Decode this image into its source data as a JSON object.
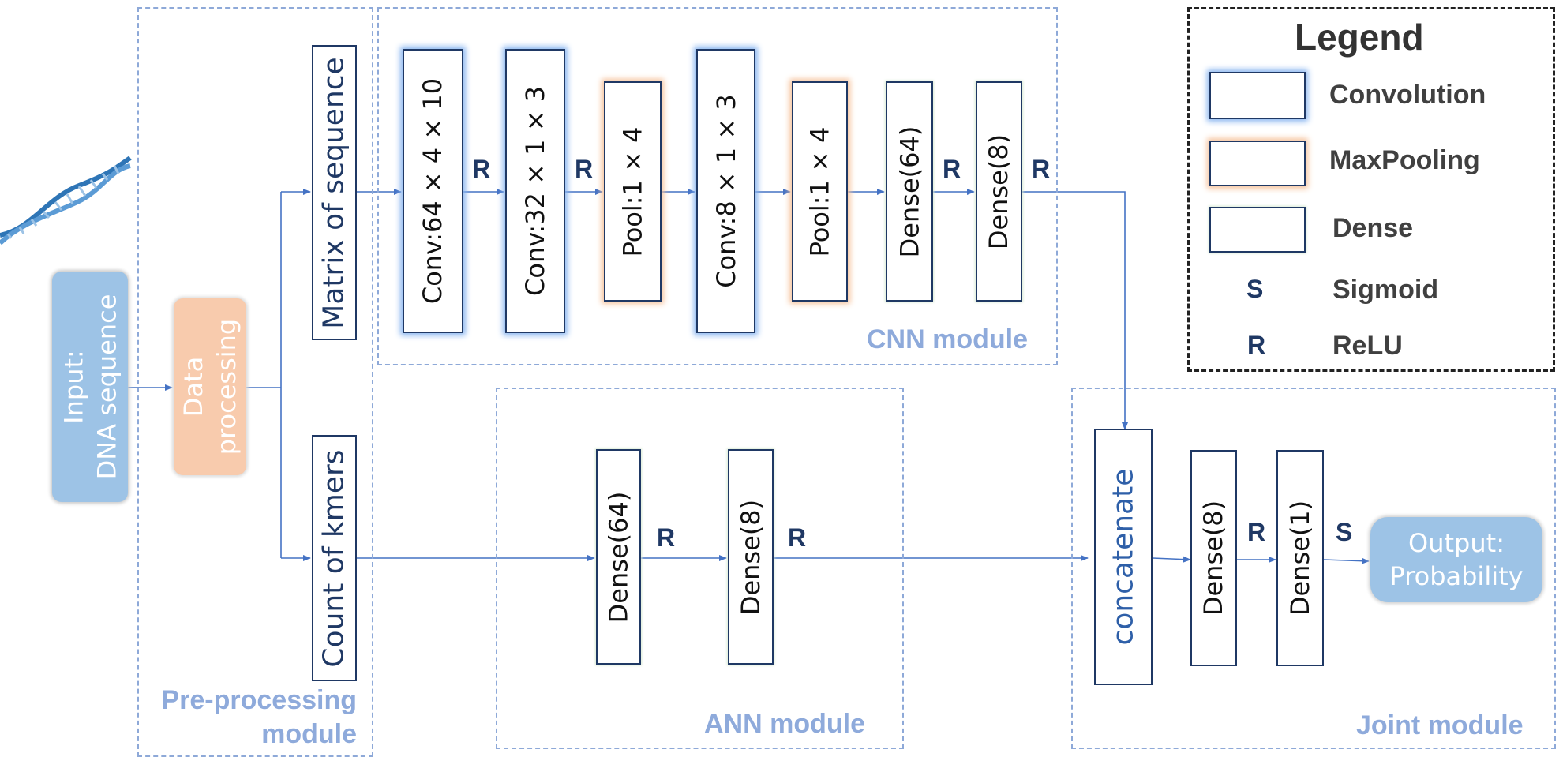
{
  "input": {
    "line1": "Input:",
    "line2": "DNA sequence"
  },
  "data_processing": {
    "line1": "Data",
    "line2": "processing"
  },
  "preprocess": {
    "matrix_label": "Matrix of sequence",
    "kmers_label": "Count of kmers",
    "module_line1": "Pre-processing",
    "module_line2": "module"
  },
  "cnn": {
    "layers": [
      "Conv:64 × 4 × 10",
      "Conv:32 × 1 × 3",
      "Pool:1 × 4",
      "Conv:8 × 1 × 3",
      "Pool:1 × 4",
      "Dense(64)",
      "Dense(8)"
    ],
    "module_label": "CNN module"
  },
  "ann": {
    "layers": [
      "Dense(64)",
      "Dense(8)"
    ],
    "module_label": "ANN module"
  },
  "joint": {
    "concat_label": "concatenate",
    "layers": [
      "Dense(8)",
      "Dense(1)"
    ],
    "module_label": "Joint module"
  },
  "output": {
    "line1": "Output:",
    "line2": "Probability"
  },
  "activations": {
    "relu": "R",
    "sigmoid": "S"
  },
  "legend": {
    "title": "Legend",
    "items": [
      "Convolution",
      "MaxPooling",
      "Dense",
      "Sigmoid",
      "ReLU"
    ],
    "symbols": [
      "S",
      "R"
    ]
  },
  "colors": {
    "navy": "#1f3864",
    "module_dash": "#8ea9d8",
    "module_label": "#8eaadb",
    "arrow": "#4472c4",
    "conv_glow": "#8ab6f0",
    "pool_glow": "#f6c39d",
    "input_fill": "#9dc3e6",
    "processing_fill": "#f8cbad",
    "output_fill": "#9dc3e6"
  }
}
